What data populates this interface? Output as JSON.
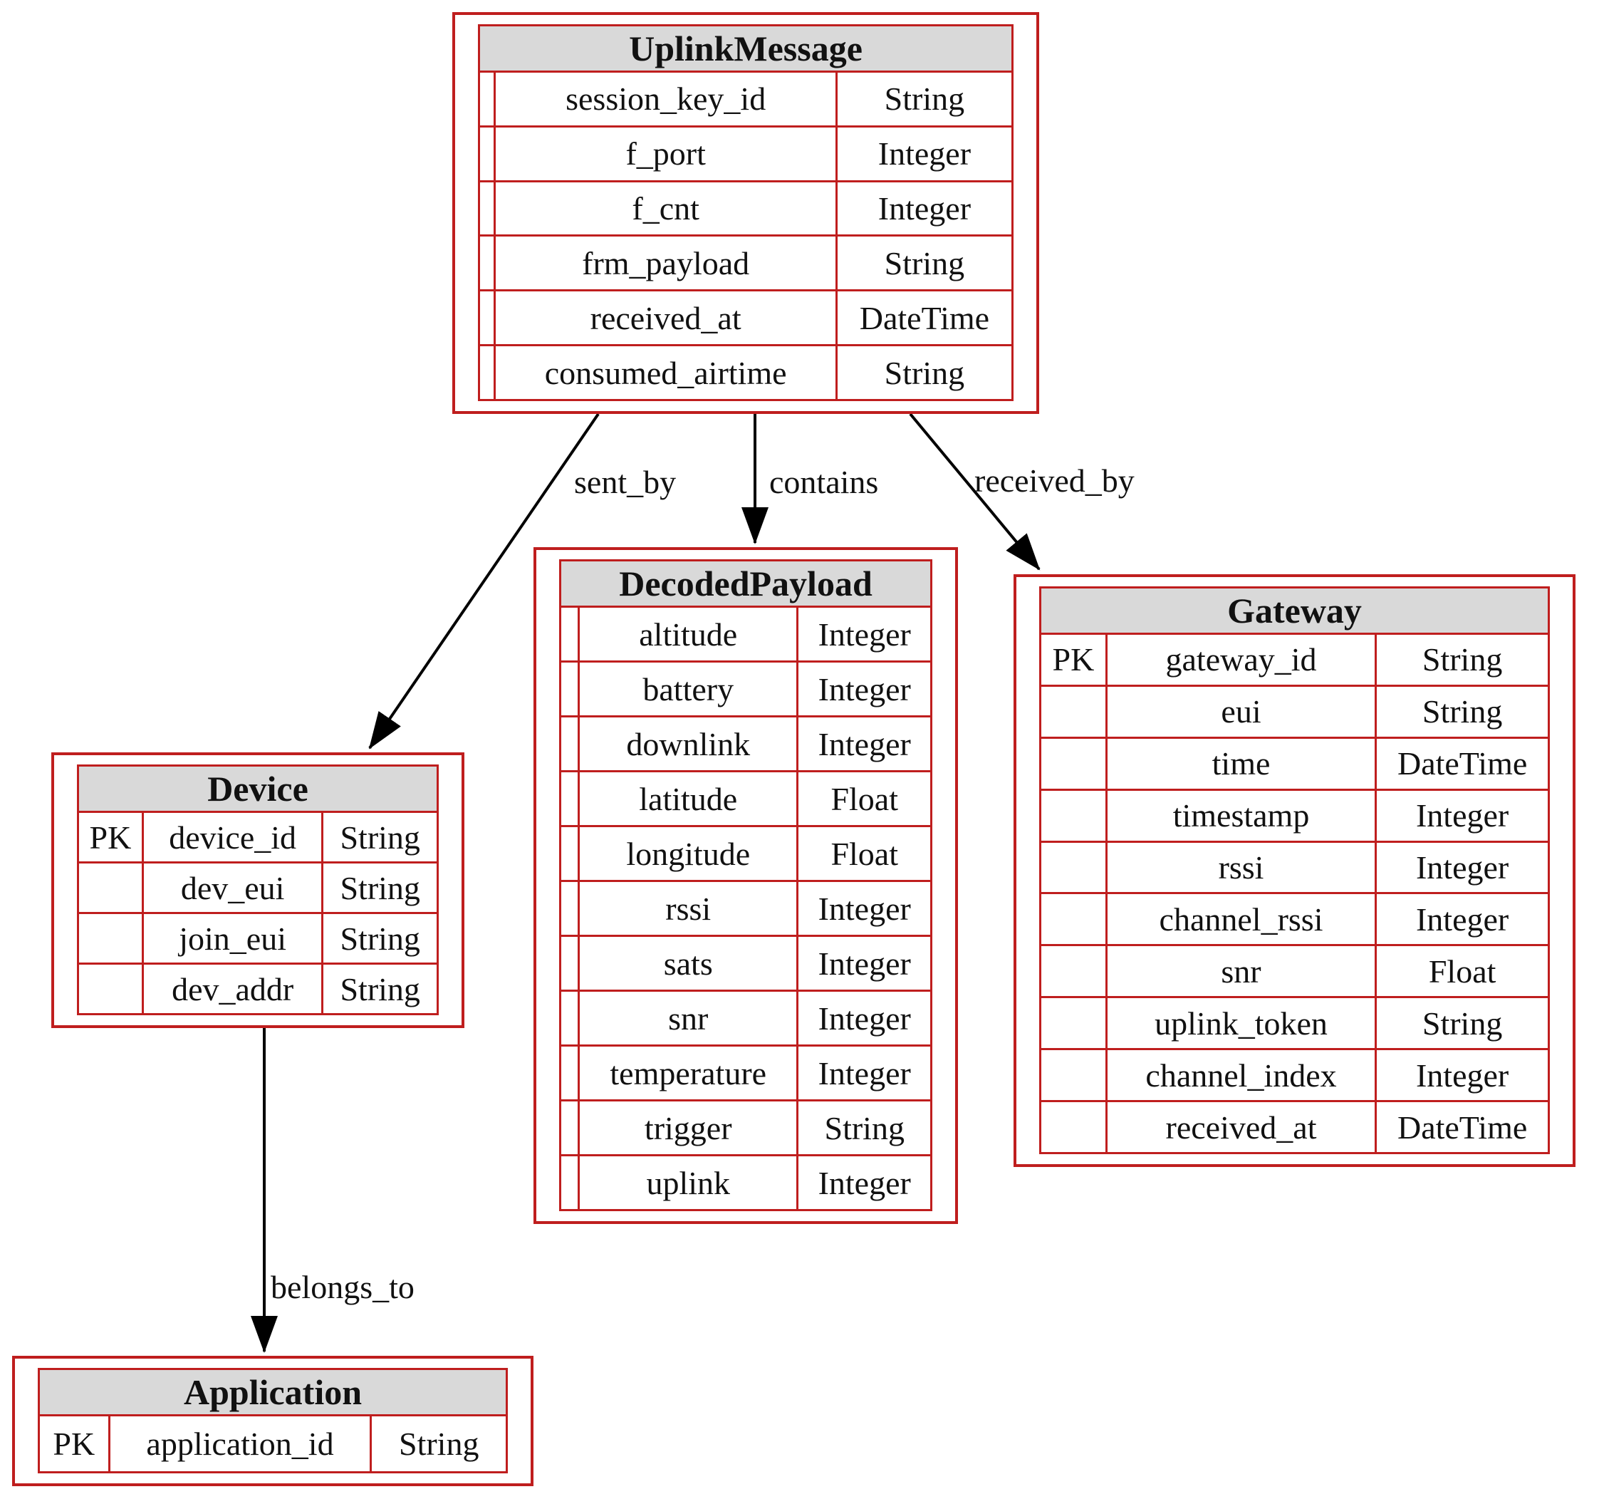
{
  "diagram": {
    "kind": "entity-relationship-diagram"
  },
  "colors": {
    "entity_border": "#bf1e1e",
    "header_fill": "#d9d9d9",
    "text": "#111111",
    "arrow": "#000000",
    "background": "#ffffff"
  },
  "entities": [
    {
      "title": "UplinkMessage",
      "cols": [
        3,
        64,
        33
      ],
      "rows": [
        {
          "key": "",
          "name": "session_key_id",
          "type": "String"
        },
        {
          "key": "",
          "name": "f_port",
          "type": "Integer"
        },
        {
          "key": "",
          "name": "f_cnt",
          "type": "Integer"
        },
        {
          "key": "",
          "name": "frm_payload",
          "type": "String"
        },
        {
          "key": "",
          "name": "received_at",
          "type": "DateTime"
        },
        {
          "key": "",
          "name": "consumed_airtime",
          "type": "String"
        }
      ]
    },
    {
      "title": "Device",
      "cols": [
        18,
        50,
        32
      ],
      "rows": [
        {
          "key": "PK",
          "name": "device_id",
          "type": "String"
        },
        {
          "key": "",
          "name": "dev_eui",
          "type": "String"
        },
        {
          "key": "",
          "name": "join_eui",
          "type": "String"
        },
        {
          "key": "",
          "name": "dev_addr",
          "type": "String"
        }
      ]
    },
    {
      "title": "DecodedPayload",
      "cols": [
        5,
        59,
        36
      ],
      "rows": [
        {
          "key": "",
          "name": "altitude",
          "type": "Integer"
        },
        {
          "key": "",
          "name": "battery",
          "type": "Integer"
        },
        {
          "key": "",
          "name": "downlink",
          "type": "Integer"
        },
        {
          "key": "",
          "name": "latitude",
          "type": "Float"
        },
        {
          "key": "",
          "name": "longitude",
          "type": "Float"
        },
        {
          "key": "",
          "name": "rssi",
          "type": "Integer"
        },
        {
          "key": "",
          "name": "sats",
          "type": "Integer"
        },
        {
          "key": "",
          "name": "snr",
          "type": "Integer"
        },
        {
          "key": "",
          "name": "temperature",
          "type": "Integer"
        },
        {
          "key": "",
          "name": "trigger",
          "type": "String"
        },
        {
          "key": "",
          "name": "uplink",
          "type": "Integer"
        }
      ]
    },
    {
      "title": "Gateway",
      "cols": [
        13,
        53,
        34
      ],
      "rows": [
        {
          "key": "PK",
          "name": "gateway_id",
          "type": "String"
        },
        {
          "key": "",
          "name": "eui",
          "type": "String"
        },
        {
          "key": "",
          "name": "time",
          "type": "DateTime"
        },
        {
          "key": "",
          "name": "timestamp",
          "type": "Integer"
        },
        {
          "key": "",
          "name": "rssi",
          "type": "Integer"
        },
        {
          "key": "",
          "name": "channel_rssi",
          "type": "Integer"
        },
        {
          "key": "",
          "name": "snr",
          "type": "Float"
        },
        {
          "key": "",
          "name": "uplink_token",
          "type": "String"
        },
        {
          "key": "",
          "name": "channel_index",
          "type": "Integer"
        },
        {
          "key": "",
          "name": "received_at",
          "type": "DateTime"
        }
      ]
    },
    {
      "title": "Application",
      "cols": [
        15,
        56,
        29
      ],
      "rows": [
        {
          "key": "PK",
          "name": "application_id",
          "type": "String"
        }
      ]
    }
  ],
  "relationships": [
    {
      "label": "sent_by",
      "from": "UplinkMessage",
      "to": "Device"
    },
    {
      "label": "contains",
      "from": "UplinkMessage",
      "to": "DecodedPayload"
    },
    {
      "label": "received_by",
      "from": "UplinkMessage",
      "to": "Gateway"
    },
    {
      "label": "belongs_to",
      "from": "Device",
      "to": "Application"
    }
  ]
}
